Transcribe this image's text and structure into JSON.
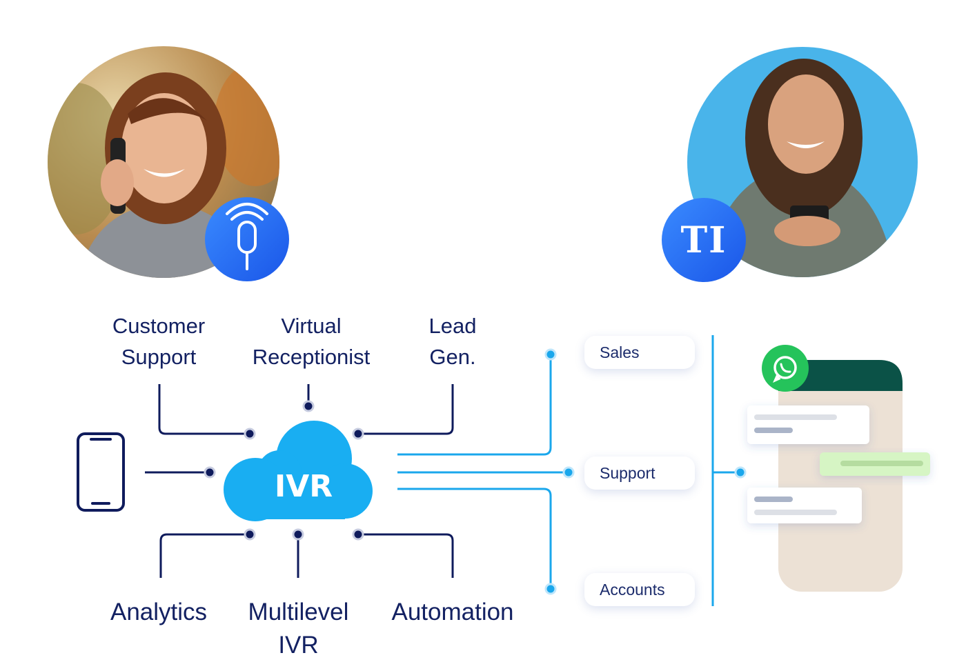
{
  "labels": {
    "customer_support": [
      "Customer",
      "Support"
    ],
    "virtual_receptionist": [
      "Virtual",
      "Receptionist"
    ],
    "lead_gen": [
      "Lead",
      "Gen."
    ],
    "analytics": "Analytics",
    "multilevel_ivr": [
      "Multilevel",
      "IVR"
    ],
    "automation": "Automation"
  },
  "cloud": {
    "label": "IVR"
  },
  "departments": [
    "Sales",
    "Support",
    "Accounts"
  ],
  "badges": {
    "left": "microphone-icon",
    "right_text": "TI"
  },
  "colors": {
    "navy": "#0f1b5c",
    "sky": "#1aa7ec",
    "cloud": "#1ab0f2",
    "badge": "#2d6df6",
    "whatsapp": "#25c35b",
    "chat_header": "#0b5247"
  }
}
